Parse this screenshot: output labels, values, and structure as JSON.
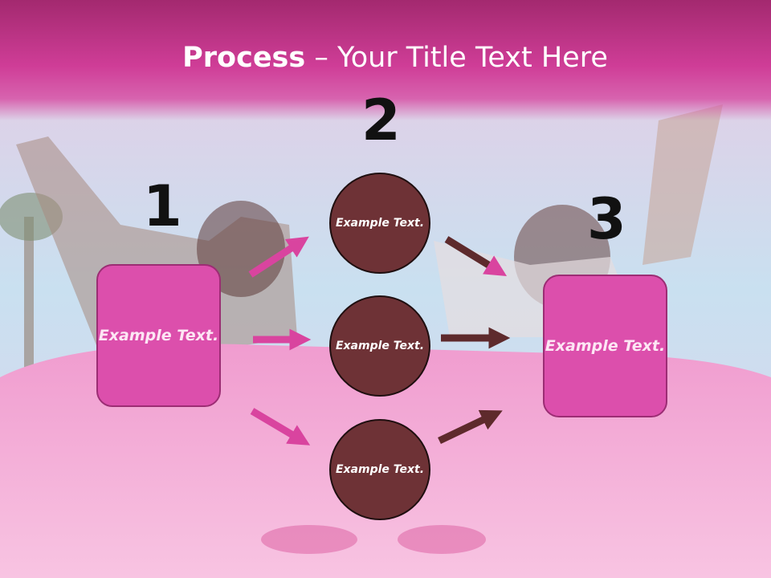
{
  "title": {
    "bold": "Process",
    "rest": " – Your Title Text Here"
  },
  "steps": [
    {
      "number": "1",
      "text": "Example Text."
    },
    {
      "number": "2",
      "text": "Example Text."
    },
    {
      "number": "3",
      "text": "Example Text."
    }
  ],
  "circles": [
    {
      "text": "Example Text."
    },
    {
      "text": "Example Text."
    },
    {
      "text": "Example Text."
    }
  ],
  "colors": {
    "header": "#cf3d97",
    "box": "#dc4fac",
    "circle": "#6e3236",
    "arrow_pink": "#d9449f",
    "arrow_brown": "#5e2a2c"
  }
}
